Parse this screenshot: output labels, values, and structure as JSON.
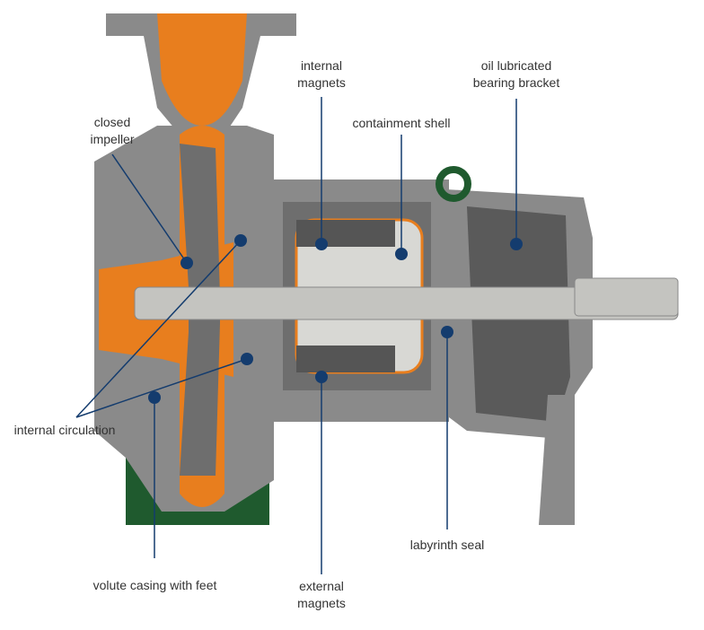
{
  "labels": {
    "closed_impeller": [
      "closed",
      "impeller"
    ],
    "internal_magnets": [
      "internal",
      "magnets"
    ],
    "containment_shell": "containment shell",
    "bearing_bracket": [
      "oil lubricated",
      "bearing bracket"
    ],
    "internal_circulation": "internal circulation",
    "volute_casing": "volute casing with feet",
    "external_magnets": [
      "external",
      "magnets"
    ],
    "labyrinth_seal": "labyrinth seal"
  },
  "colors": {
    "casing": "#8a8a8a",
    "casing_dark": "#6e6e6e",
    "fluid": "#e87e1e",
    "shaft": "#c4c4c0",
    "feet": "#1f5a2e",
    "marker": "#143c6e",
    "leader": "#143c6e"
  }
}
